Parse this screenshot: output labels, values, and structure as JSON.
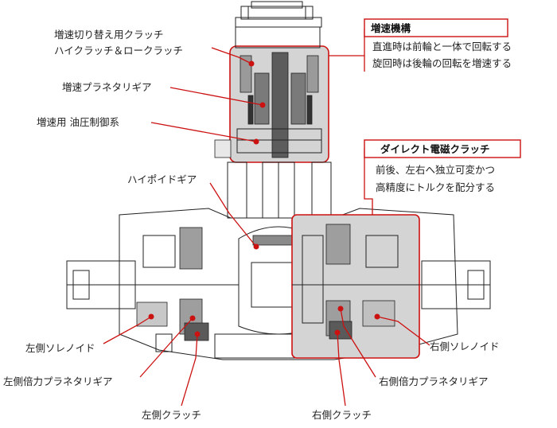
{
  "labels": {
    "shift_clutch_line1": "増速切り替え用クラッチ",
    "shift_clutch_line2": "ハイクラッチ＆ロークラッチ",
    "planetary": "増速プラネタリギア",
    "hydraulic": "増速用 油圧制御系",
    "hypoid": "ハイポイドギア",
    "left_solenoid": "左側ソレノイド",
    "left_planetary": "左側倍力プラネタリギア",
    "left_clutch": "左側クラッチ",
    "right_clutch": "右側クラッチ",
    "right_planetary": "右側倍力プラネタリギア",
    "right_solenoid": "右側ソレノイド"
  },
  "callouts": {
    "speedup": {
      "title": "増速機構",
      "line1": "直進時は前輪と一体で回転する",
      "line2": "旋回時は後輪の回転を増速する"
    },
    "direct": {
      "title": "ダイレクト電磁クラッチ",
      "line1": "前後、左右へ独立可変かつ",
      "line2": "高精度にトルクを配分する"
    }
  },
  "colors": {
    "accent": "#cc1111",
    "highlight_fill": "#d4d4d4"
  }
}
